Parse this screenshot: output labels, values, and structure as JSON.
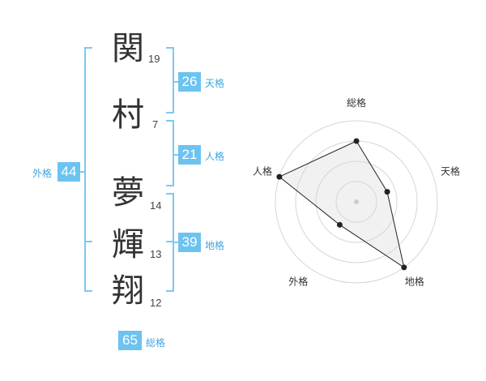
{
  "name_chars": [
    {
      "char": "関",
      "strokes": "19"
    },
    {
      "char": "村",
      "strokes": "7"
    },
    {
      "char": "夢",
      "strokes": "14"
    },
    {
      "char": "輝",
      "strokes": "13"
    },
    {
      "char": "翔",
      "strokes": "12"
    }
  ],
  "fortunes": {
    "tenkaku": {
      "value": "26",
      "label": "天格"
    },
    "jinkaku": {
      "value": "21",
      "label": "人格"
    },
    "chikaku": {
      "value": "39",
      "label": "地格"
    },
    "gaikaku": {
      "value": "44",
      "label": "外格"
    },
    "soukaku": {
      "value": "65",
      "label": "総格"
    }
  },
  "colors": {
    "accent": "#6cc3f0",
    "bracket": "#7ec8ef"
  },
  "chart_data": {
    "type": "radar",
    "axes": [
      "総格",
      "天格",
      "地格",
      "外格",
      "人格"
    ],
    "values": [
      0.75,
      0.4,
      1.0,
      0.35,
      1.0
    ],
    "rings": 4,
    "range": [
      0,
      1
    ]
  }
}
